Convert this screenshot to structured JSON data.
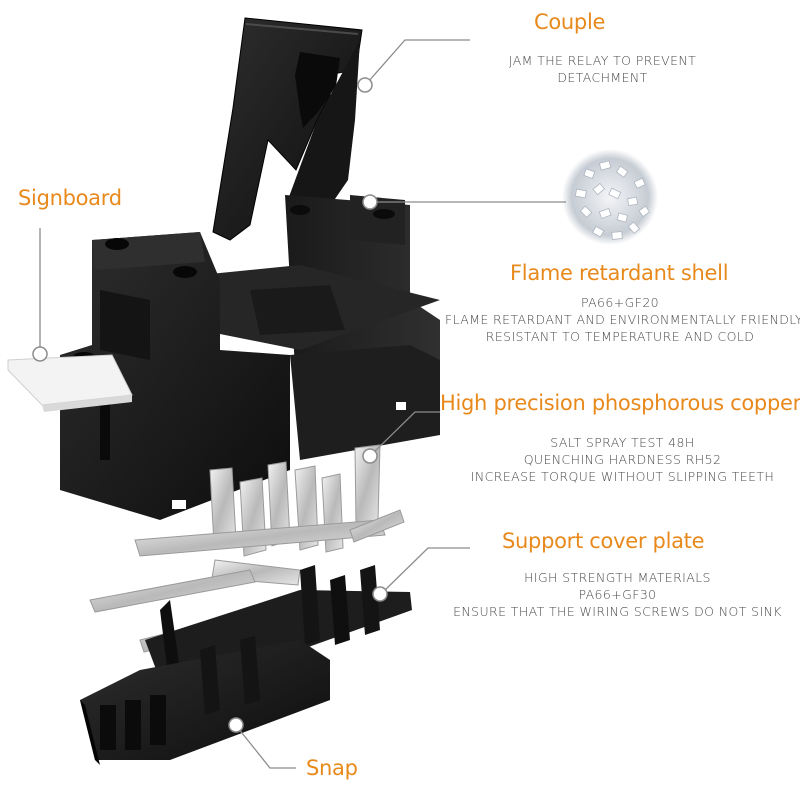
{
  "callouts": {
    "couple": {
      "title": "Couple",
      "lines": [
        "JAM THE RELAY TO PREVENT",
        "DETACHMENT"
      ]
    },
    "signboard": {
      "title": "Signboard"
    },
    "shell": {
      "title": "Flame retardant shell",
      "lines": [
        "PA66+GF20",
        "FLAME RETARDANT AND ENVIRONMENTALLY FRIENDLY",
        "RESISTANT TO TEMPERATURE AND COLD"
      ]
    },
    "copper": {
      "title": "High precision phosphorous copper",
      "lines": [
        "SALT SPRAY TEST 48H",
        "QUENCHING HARDNESS RH52",
        "INCREASE TORQUE WITHOUT SLIPPING TEETH"
      ]
    },
    "cover": {
      "title": "Support cover plate",
      "lines": [
        "HIGH STRENGTH MATERIALS",
        "PA66+GF30",
        "ENSURE THAT THE WIRING SCREWS DO NOT SINK"
      ]
    },
    "snap": {
      "title": "Snap"
    }
  },
  "colors": {
    "accent": "#e8891c",
    "body_plastic": "#1c1c1c",
    "leader_line": "#8c8c8c",
    "metal": "#c9c9c9"
  }
}
